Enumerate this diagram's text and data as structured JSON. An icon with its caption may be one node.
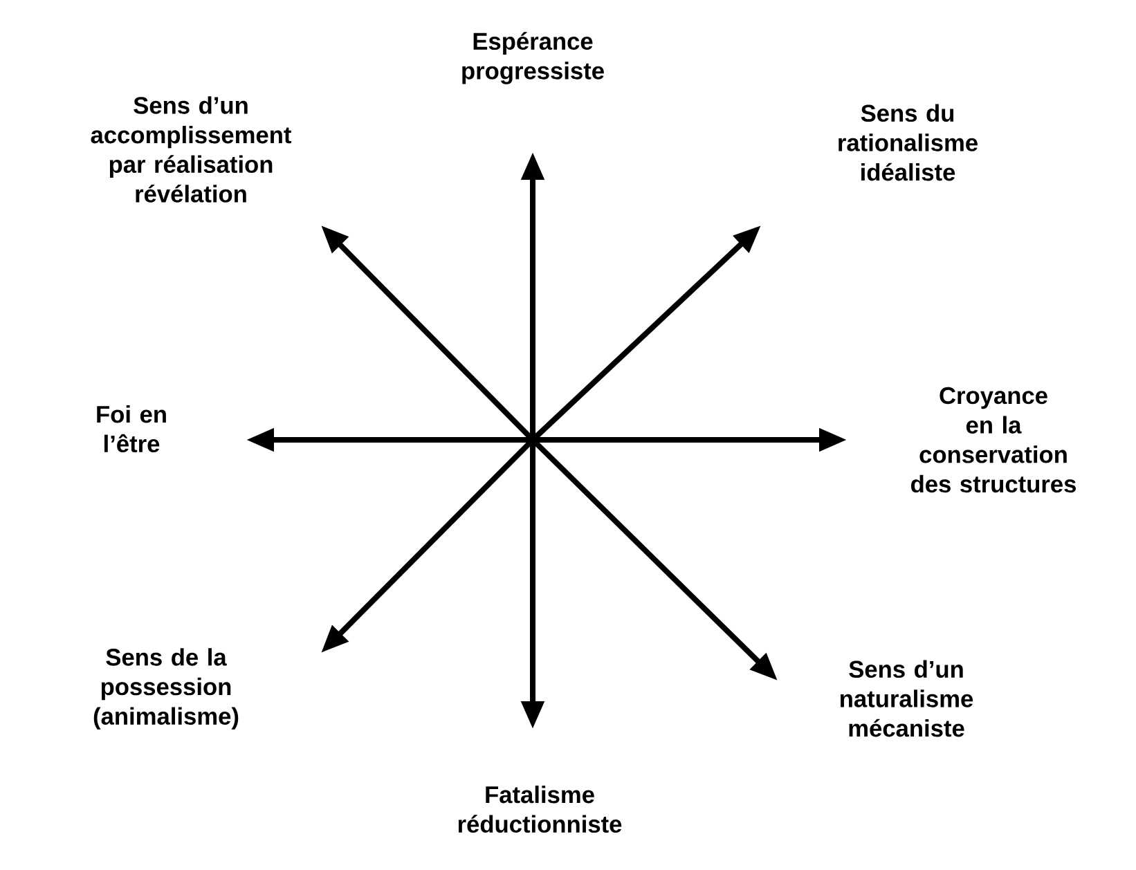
{
  "diagram": {
    "nodes": [
      {
        "text": [
          "Espérance progressiste"
        ]
      },
      {
        "text": [
          "Sens d’un accomplissement par réalisation révélation"
        ]
      },
      {
        "text": [
          "Sens du rationalisme idéaliste"
        ]
      },
      {
        "text": [
          "Foi en l’être"
        ]
      },
      {
        "text": [
          "Croyance en la conservation des structures"
        ]
      },
      {
        "text": [
          "Sens de la possession (animalisme)"
        ]
      },
      {
        "text": [
          "Sens d’un naturalisme mécaniste"
        ]
      },
      {
        "text": [
          "Fatalisme réductionniste"
        ]
      }
    ],
    "edges": [
      {
        "from": null,
        "to": 0,
        "arrow": "to"
      },
      {
        "from": null,
        "to": 1,
        "arrow": "to"
      },
      {
        "from": null,
        "to": 2,
        "arrow": "to"
      },
      {
        "from": null,
        "to": 3,
        "arrow": "to"
      },
      {
        "from": null,
        "to": 4,
        "arrow": "to"
      },
      {
        "from": null,
        "to": 5,
        "arrow": "to"
      },
      {
        "from": null,
        "to": 6,
        "arrow": "to"
      },
      {
        "from": null,
        "to": 7,
        "arrow": "to"
      }
    ]
  }
}
